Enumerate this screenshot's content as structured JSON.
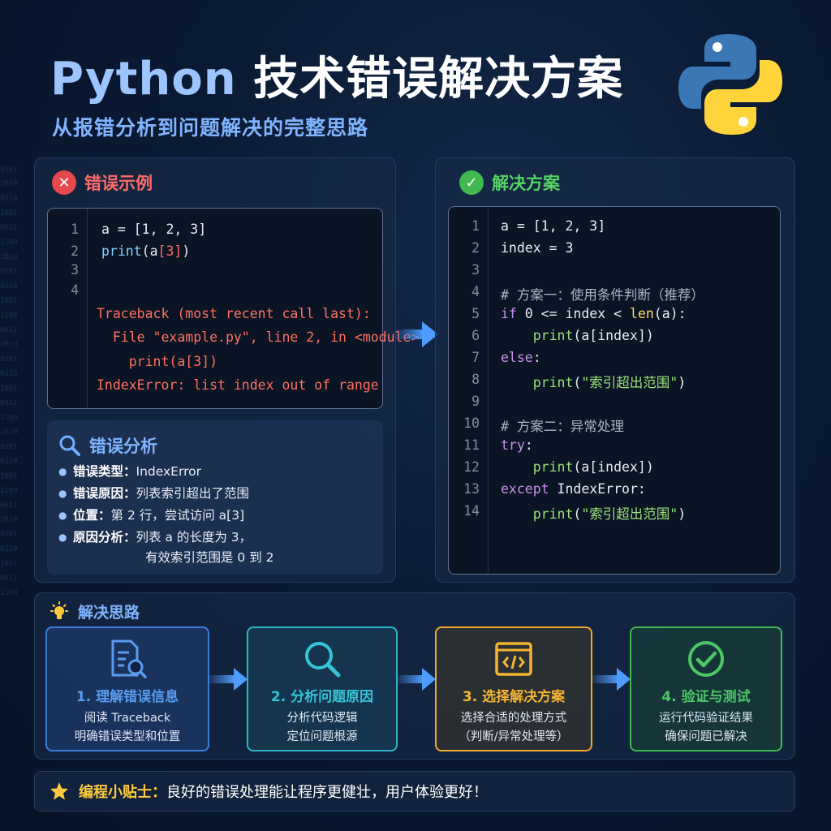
{
  "header": {
    "title_lang": "Python",
    "title_rest": "技术错误解决方案",
    "subtitle": "从报错分析到问题解决的完整思路",
    "logo": "python-logo"
  },
  "error_panel": {
    "title": "错误示例",
    "icon": "x-icon",
    "accent": "#e5484d",
    "line_numbers": [
      "1",
      "2",
      "3",
      "4"
    ],
    "code": [
      "a = [1, 2, 3]",
      "print(a[3])"
    ],
    "traceback": [
      "Traceback (most recent call last):",
      "  File \"example.py\", line 2, in <module>",
      "    print(a[3])",
      "IndexError: list index out of range"
    ]
  },
  "analysis": {
    "title": "错误分析",
    "icon": "search-icon",
    "items": [
      {
        "label": "错误类型：",
        "value": "IndexError"
      },
      {
        "label": "错误原因：",
        "value": "列表索引超出了范围"
      },
      {
        "label": "位置：",
        "value": "第 2 行，尝试访问 a[3]"
      },
      {
        "label": "原因分析：",
        "value": "列表 a 的长度为 3，",
        "value2": "有效索引范围是 0 到 2"
      }
    ]
  },
  "solution_panel": {
    "title": "解决方案",
    "icon": "check-icon",
    "accent": "#3fb950",
    "line_numbers": [
      "1",
      "2",
      "3",
      "4",
      "5",
      "6",
      "7",
      "8",
      "9",
      "10",
      "11",
      "12",
      "13",
      "14"
    ],
    "code": [
      "a = [1, 2, 3]",
      "index = 3",
      "",
      "# 方案一：使用条件判断（推荐）",
      "if 0 <= index < len(a):",
      "    print(a[index])",
      "else:",
      "    print(\"索引超出范围\")",
      "",
      "# 方案二：异常处理",
      "try:",
      "    print(a[index])",
      "except IndexError:",
      "    print(\"索引超出范围\")"
    ]
  },
  "approach": {
    "title": "解决思路",
    "icon": "lightbulb-icon",
    "steps": [
      {
        "title": "1. 理解错误信息",
        "desc1": "阅读 Traceback",
        "desc2": "明确错误类型和位置",
        "color": "#3b7ddd",
        "icon": "document-search-icon"
      },
      {
        "title": "2. 分析问题原因",
        "desc1": "分析代码逻辑",
        "desc2": "定位问题根源",
        "color": "#2fb5c9",
        "icon": "magnifier-icon"
      },
      {
        "title": "3. 选择解决方案",
        "desc1": "选择合适的处理方式",
        "desc2": "（判断/异常处理等）",
        "color": "#f0a92a",
        "icon": "code-window-icon"
      },
      {
        "title": "4. 验证与测试",
        "desc1": "运行代码验证结果",
        "desc2": "确保问题已解决",
        "color": "#3fb950",
        "icon": "check-circle-icon"
      }
    ]
  },
  "tip": {
    "icon": "star-icon",
    "label": "编程小贴士：",
    "text": "良好的错误处理能让程序更健壮，用户体验更好！"
  }
}
